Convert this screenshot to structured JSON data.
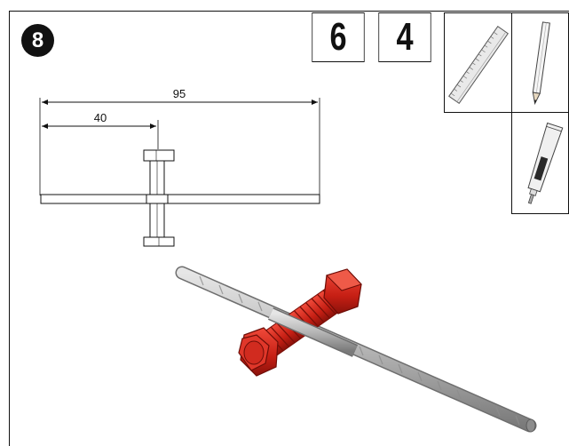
{
  "step": {
    "number": "8"
  },
  "parts": [
    {
      "count": "6",
      "icon": "rebar-rod-icon"
    },
    {
      "count": "4",
      "icon": "threaded-bolt-nut-icon"
    }
  ],
  "tools": [
    {
      "icon": "ruler-icon"
    },
    {
      "icon": "pencil-icon"
    },
    {
      "icon": "glue-tube-icon"
    }
  ],
  "diagram": {
    "total_length": "95",
    "offset": "40"
  },
  "colors": {
    "line": "#111111",
    "nut_red": "#d42a1f",
    "rod_gray": "#b8b8b8"
  }
}
